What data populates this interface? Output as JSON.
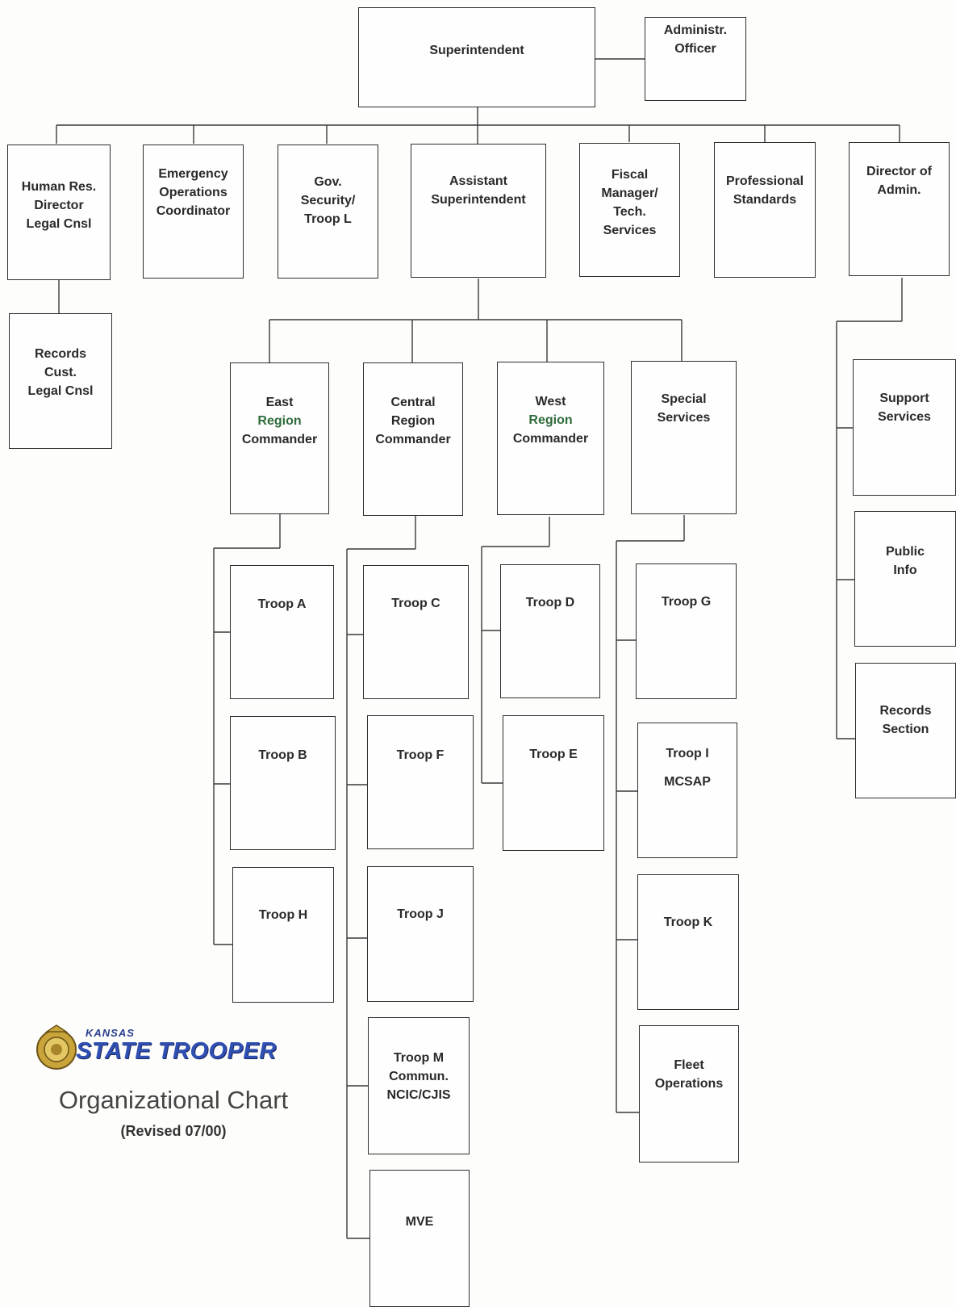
{
  "top": {
    "superintendent": "Superintendent",
    "admin_officer": "Administr.\nOfficer"
  },
  "level2": {
    "human_resources": "Human Res.\nDirector\nLegal Cnsl",
    "emergency_ops": "Emergency\nOperations\nCoordinator",
    "gov_security": "Gov.\nSecurity/\nTroop L",
    "assistant_superintendent": "Assistant\nSuperintendent",
    "fiscal_manager": "Fiscal\nManager/\nTech.\nServices",
    "professional_standards": "Professional\nStandards",
    "director_admin": "Director of\nAdmin."
  },
  "records_custodian": "Records\nCust.\nLegal Cnsl",
  "regions": {
    "east": {
      "line1": "East",
      "line2": "Region",
      "line3": "Commander"
    },
    "central": {
      "line1": "Central",
      "line2": "Region",
      "line3": "Commander"
    },
    "west": {
      "line1": "West",
      "line2": "Region",
      "line3": "Commander"
    },
    "special": {
      "line1": "Special",
      "line2": "Services"
    }
  },
  "troops": {
    "a": "Troop A",
    "b": "Troop B",
    "h": "Troop H",
    "c": "Troop C",
    "f": "Troop F",
    "j": "Troop J",
    "m": "Troop M\nCommun.\nNCIC/CJIS",
    "mve": "MVE",
    "d": "Troop D",
    "e": "Troop E",
    "g": "Troop G",
    "i": "Troop I",
    "i_sub": "MCSAP",
    "k": "Troop K",
    "fleet": "Fleet\nOperations"
  },
  "admin_units": {
    "support": "Support\nServices",
    "public_info": "Public\nInfo",
    "records_section": "Records\nSection"
  },
  "logo": {
    "kansas": "KANSAS",
    "state_trooper": "STATE TROOPER",
    "badge_icon": "badge-icon"
  },
  "footer": {
    "title": "Organizational Chart",
    "revised": "(Revised 07/00)"
  },
  "colors": {
    "line": "#3a3a3a",
    "box_border": "#2e2e2e",
    "region_word": "#2e6b3a",
    "logo_blue": "#2f4fb3",
    "badge_gold": "#c9a43a"
  }
}
